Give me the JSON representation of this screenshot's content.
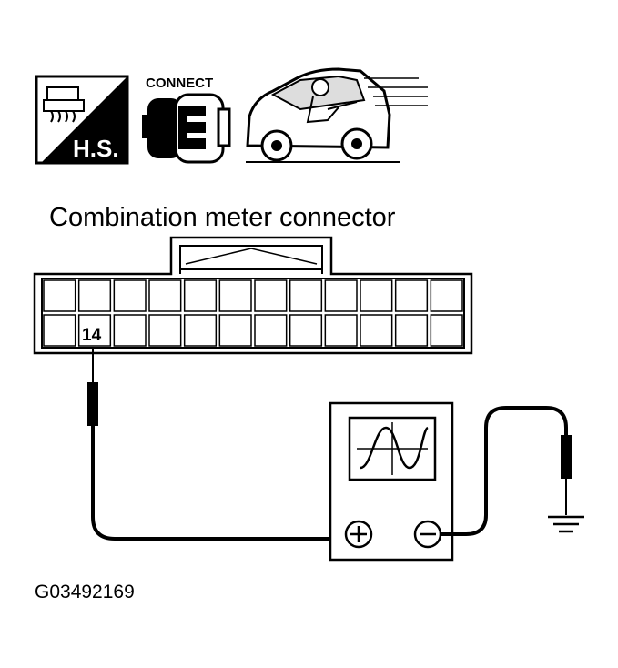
{
  "icons": {
    "hs_label": "H.S.",
    "connect_label": "CONNECT"
  },
  "connector": {
    "title": "Combination meter connector",
    "pin_label": "14"
  },
  "figure_code": "G03492169"
}
